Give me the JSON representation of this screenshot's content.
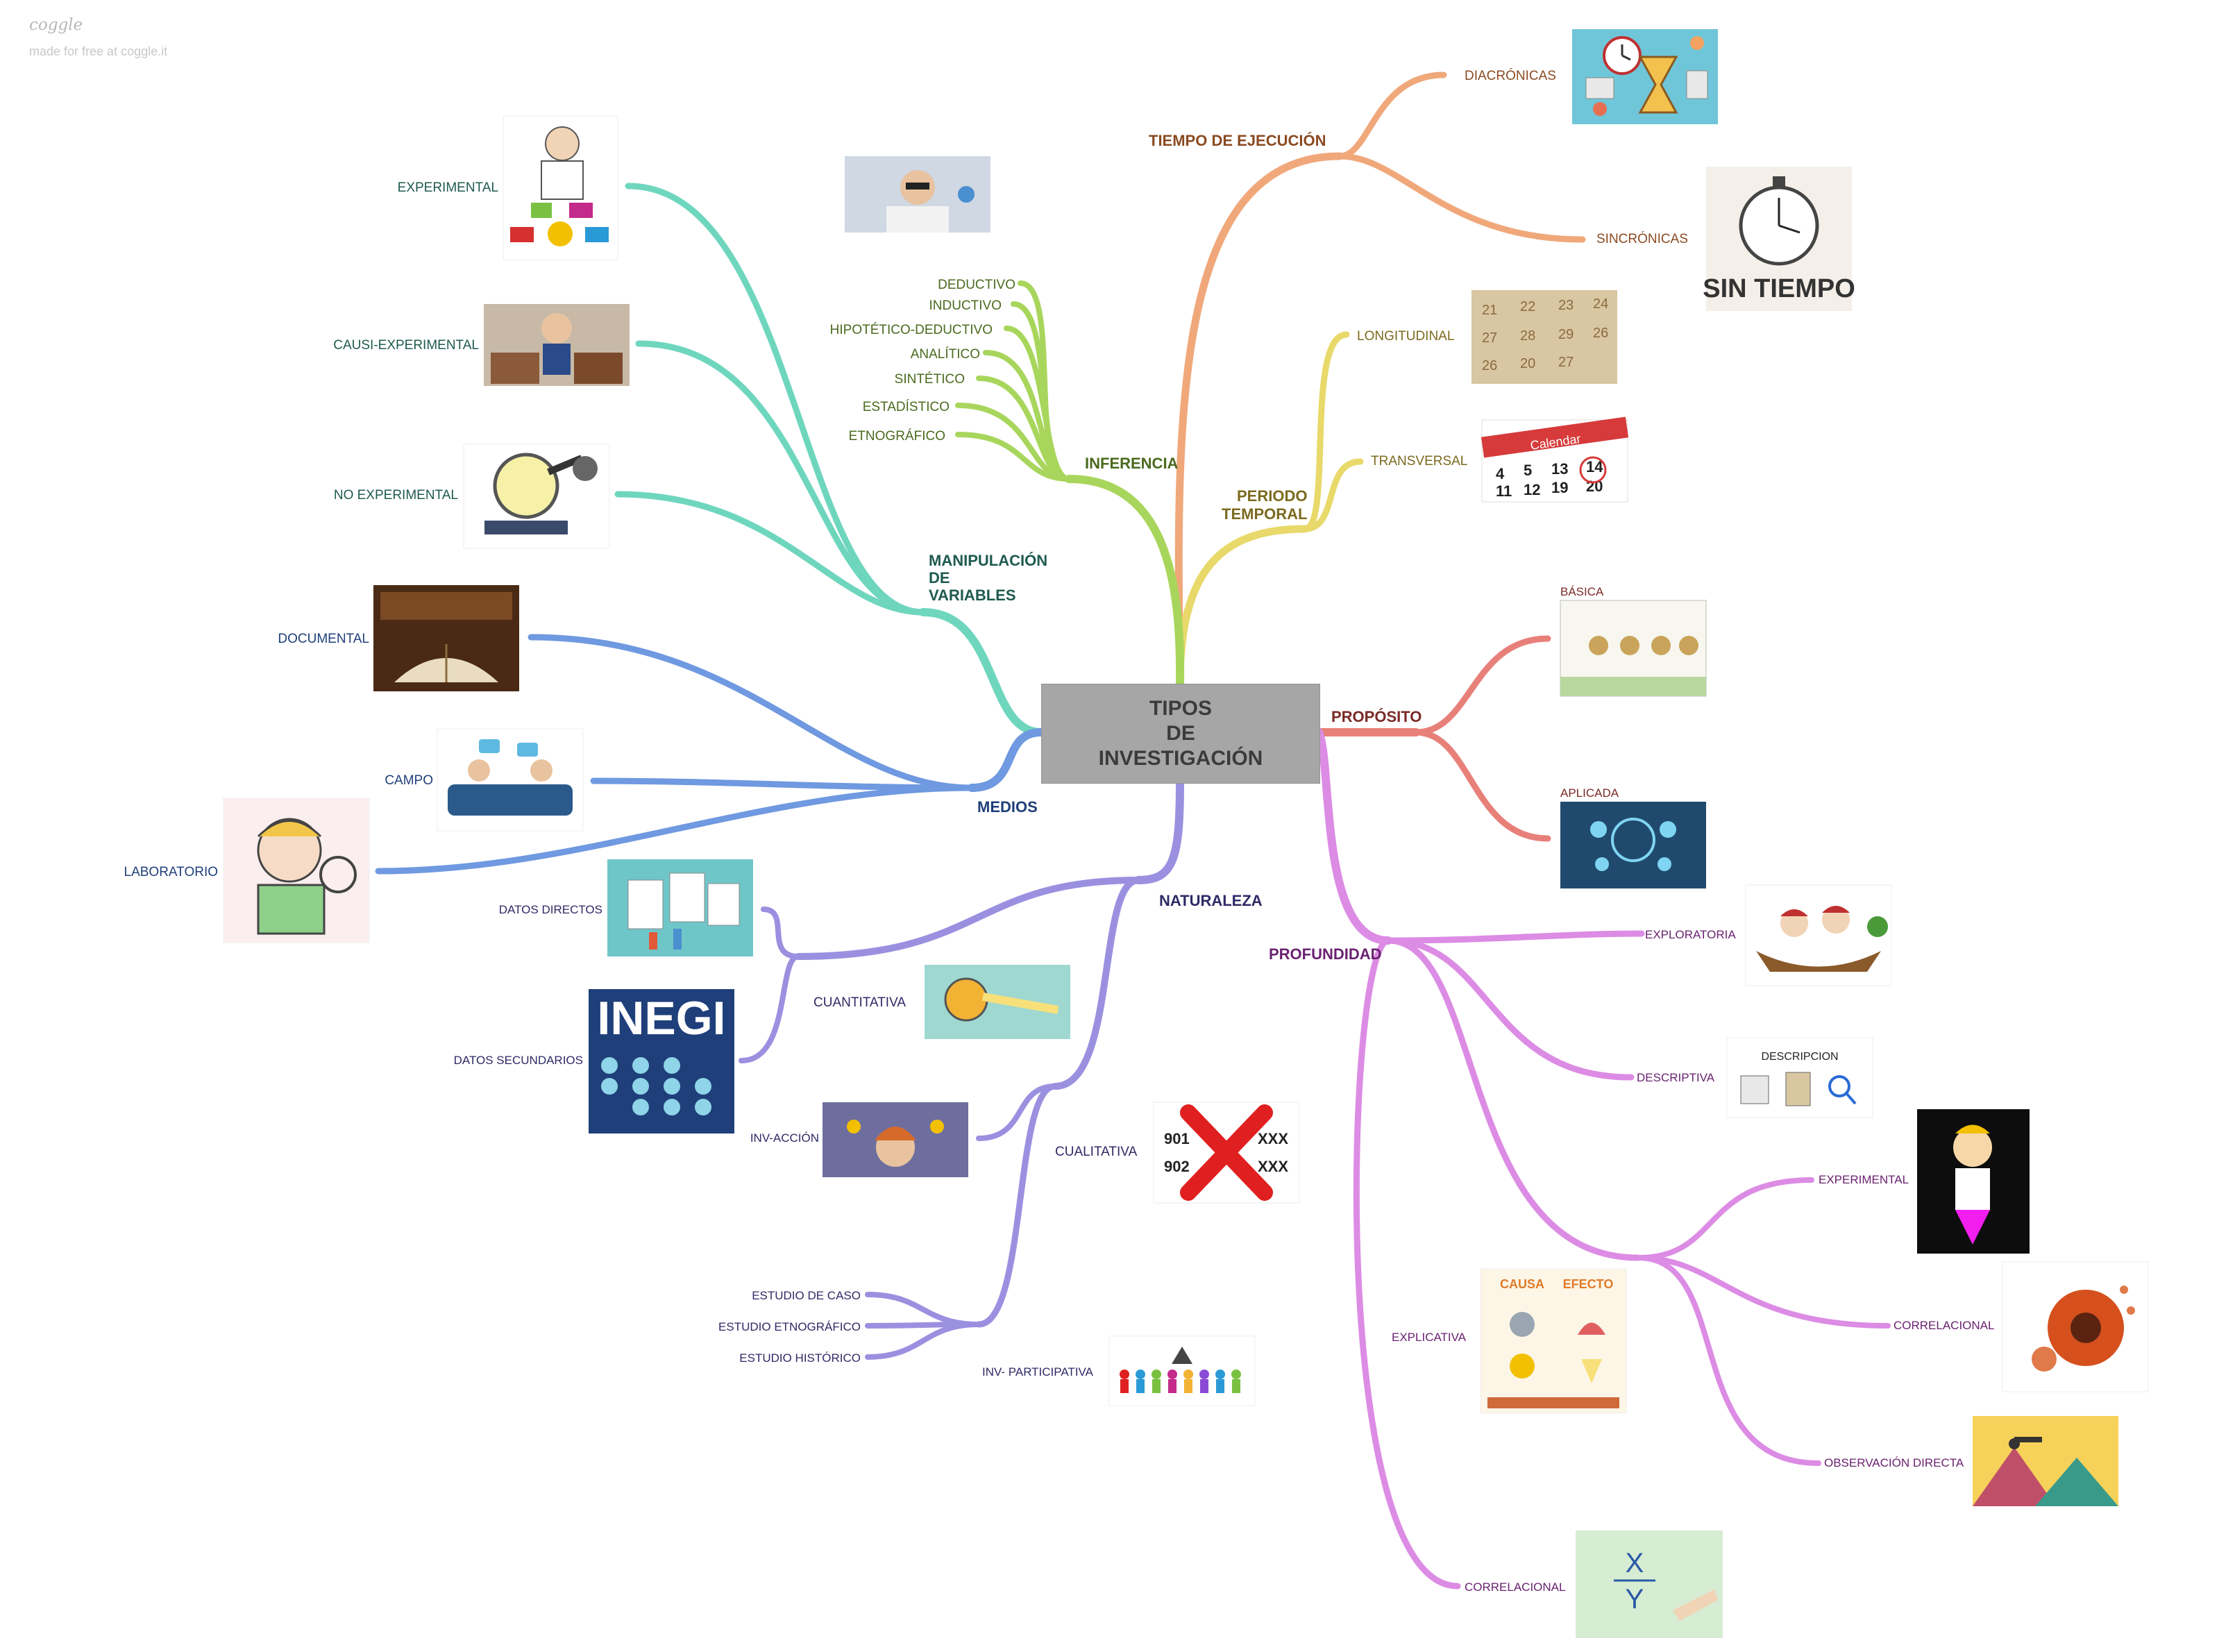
{
  "brand": {
    "logo": "coggle",
    "tagline": "made for free at coggle.it"
  },
  "center": {
    "line1": "TIPOS",
    "line2": "DE",
    "line3": "INVESTIGACIÓN"
  },
  "colors": {
    "inferencia": "#a8d65c",
    "manipulacion": "#6fd6be",
    "medios": "#6f99e0",
    "naturaleza": "#9b90e0",
    "profundidad": "#dc8ce4",
    "proposito": "#e8807a",
    "periodo": "#e8d96a",
    "tiempo": "#f0a87a"
  },
  "branches": {
    "tiempo": {
      "label": "TIEMPO DE EJECUCIÓN",
      "children": [
        "DIACRÓNICAS",
        "SINCRÓNICAS"
      ]
    },
    "periodo": {
      "label_line1": "PERIODO",
      "label_line2": "TEMPORAL",
      "children": [
        "LONGITUDINAL",
        "TRANSVERSAL"
      ]
    },
    "inferencia": {
      "label": "INFERENCIA",
      "children": [
        "DEDUCTIVO",
        "INDUCTIVO",
        "HIPOTÉTICO-DEDUCTIVO",
        "ANALÍTICO",
        "SINTÉTICO",
        "ESTADÍSTICO",
        "ETNOGRÁFICO"
      ]
    },
    "manipulacion": {
      "label_line1": "MANIPULACIÓN",
      "label_line2": "DE",
      "label_line3": "VARIABLES",
      "children": [
        "EXPERIMENTAL",
        "CAUSI-EXPERIMENTAL",
        "NO EXPERIMENTAL"
      ]
    },
    "medios": {
      "label": "MEDIOS",
      "children": [
        "DOCUMENTAL",
        "CAMPO",
        "LABORATORIO"
      ]
    },
    "proposito": {
      "label": "PROPÓSITO",
      "children": [
        "BÁSICA",
        "APLICADA"
      ]
    },
    "naturaleza": {
      "label": "NATURALEZA",
      "cuantitativa": {
        "label": "CUANTITATIVA",
        "children": [
          "DATOS DIRECTOS",
          "DATOS SECUNDARIOS"
        ]
      },
      "cualitativa": {
        "label": "CUALITATIVA",
        "inv_accion": "INV-ACCIÓN",
        "inv_participativa": {
          "label": "INV- PARTICIPATIVA",
          "children": [
            "ESTUDIO DE CASO",
            "ESTUDIO ETNOGRÁFICO",
            "ESTUDIO HISTÓRICO"
          ]
        }
      }
    },
    "profundidad": {
      "label": "PROFUNDIDAD",
      "children": [
        "EXPLORATORIA",
        "DESCRIPTIVA",
        "CORRELACIONAL"
      ],
      "explicativa": {
        "label": "EXPLICATIVA",
        "children": [
          "EXPERIMENTAL",
          "CORRELACIONAL",
          "OBSERVACIÓN DIRECTA"
        ]
      }
    }
  },
  "image_text": {
    "descripcion": "DESCRIPCION",
    "sin_tiempo": "SIN TIEMPO",
    "inegi": "INEGI",
    "causa": "CAUSA",
    "efecto": "EFECTO",
    "x": "X",
    "y": "Y",
    "n901": "901",
    "n902": "902",
    "xxx": "XXX",
    "calendar": "Calendar"
  }
}
